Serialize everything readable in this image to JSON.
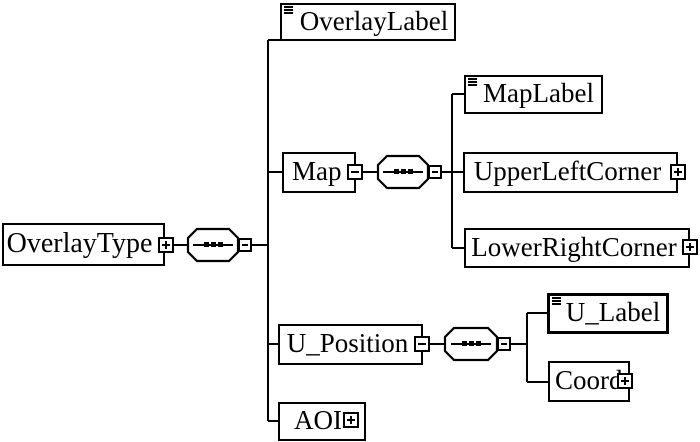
{
  "diagram_type": "xml-schema-content-model",
  "nodes": {
    "overlay_type": {
      "label": "OverlayType",
      "expand_icon": "plus"
    },
    "overlay_label": {
      "label": "OverlayLabel",
      "content_icon": "text-lines"
    },
    "map": {
      "label": "Map",
      "expand_icon": "minus"
    },
    "map_label": {
      "label": "MapLabel",
      "content_icon": "text-lines"
    },
    "upper_left_corner": {
      "label": "UpperLeftCorner",
      "expand_icon": "plus"
    },
    "lower_right_corner": {
      "label": "LowerRightCorner",
      "expand_icon": "plus"
    },
    "u_position": {
      "label": "U_Position",
      "expand_icon": "minus"
    },
    "u_label": {
      "label": "U_Label",
      "content_icon": "text-lines"
    },
    "coord": {
      "label": "Coord",
      "expand_icon": "plus"
    },
    "aoi": {
      "label": "AOI",
      "expand_icon": "plus"
    }
  },
  "compositors": [
    {
      "id": "root-sequence",
      "type": "sequence",
      "collapse_icon": "minus"
    },
    {
      "id": "map-sequence",
      "type": "sequence",
      "collapse_icon": "minus"
    },
    {
      "id": "u-position-sequence",
      "type": "sequence",
      "collapse_icon": "minus"
    }
  ],
  "colors": {
    "line": "#000000",
    "background": "#ffffff",
    "box_fill": "#ffffff",
    "text": "#000000"
  }
}
